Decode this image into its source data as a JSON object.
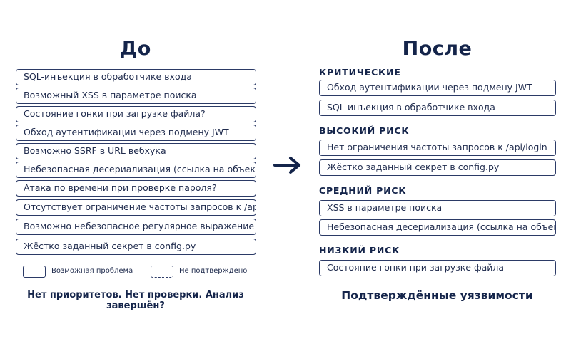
{
  "before": {
    "title": "До",
    "items": [
      "SQL-инъекция в обработчике входа",
      "Возможный XSS в параметре поиска",
      "Состояние гонки при загрузке файла?",
      "Обход аутентификации через подмену JWT",
      "Возможно SSRF в URL вебхука",
      "Небезопасная десериализация (ссылка на объект)",
      "Атака по времени при проверке пароля?",
      "Отсутствует ограничение частоты запросов к /api/login",
      "Возможно небезопасное регулярное выражение",
      "Жёстко заданный секрет в config.py"
    ],
    "legend": {
      "solid_label": "Возможная проблема",
      "dashed_label": "Не подтверждено"
    },
    "footer": "Нет приоритетов. Нет проверки. Анализ завершён?"
  },
  "after": {
    "title": "После",
    "categories": [
      {
        "title": "КРИТИЧЕСКИЕ",
        "items": [
          "Обход аутентификации через подмену JWT",
          "SQL-инъекция в обработчике входа"
        ]
      },
      {
        "title": "ВЫСОКИЙ РИСК",
        "items": [
          "Нет ограничения частоты запросов к /api/login",
          "Жёстко заданный секрет в config.py"
        ]
      },
      {
        "title": "СРЕДНИЙ РИСК",
        "items": [
          "XSS в параметре поиска",
          "Небезопасная десериализация (ссылка на объект)"
        ]
      },
      {
        "title": "НИЗКИЙ РИСК",
        "items": [
          "Состояние гонки при загрузке файла"
        ]
      }
    ],
    "footer": "Подтверждённые уязвимости"
  },
  "colors": {
    "border": "#2b3a66",
    "heading": "#14244a",
    "text": "#1f2b4d"
  },
  "icons": {
    "transition": "arrow-right-icon"
  }
}
